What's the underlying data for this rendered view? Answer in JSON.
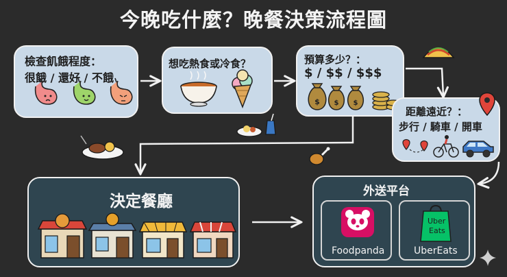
{
  "title": "今晚吃什麼？晚餐決策流程圖",
  "steps": {
    "hunger": {
      "line1": "檢查飢餓程度：",
      "line2": "很餓 / 還好 / 不餓"
    },
    "temp": {
      "label": "想吃熱食或冷食？"
    },
    "budget": {
      "line1": "預算多少？：",
      "line2": "$ / $$ / $$$"
    },
    "distance": {
      "line1": "距離遠近？：",
      "line2": "步行 / 騎車 / 開車"
    }
  },
  "restaurant": {
    "label": "決定餐廳"
  },
  "delivery": {
    "label": "外送平台",
    "apps": [
      {
        "name": "Foodpanda"
      },
      {
        "name": "UberEats",
        "logo_line1": "Uber",
        "logo_line2": "Eats"
      }
    ]
  },
  "colors": {
    "background": "#2b2b2b",
    "step_box": "#c9d9e8",
    "result_box": "#2f4550",
    "foodpanda_pink": "#d70f64",
    "ubereats_green": "#06c167"
  }
}
